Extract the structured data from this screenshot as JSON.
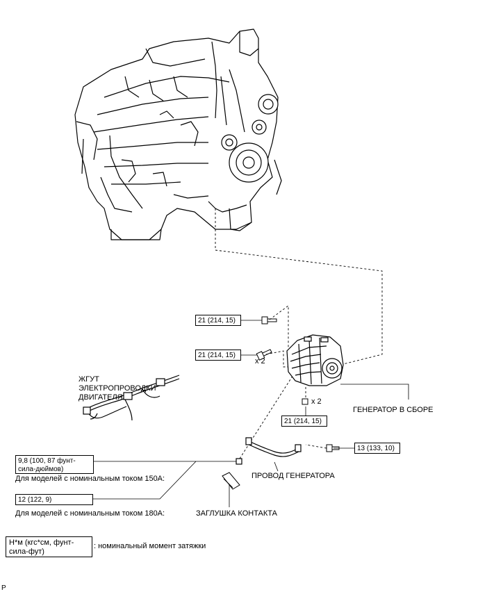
{
  "labels": {
    "harness": "ЖГУТ ЭЛЕКТРОПРОВОДКИ ДВИГАТЕЛЯ",
    "generator": "ГЕНЕРАТОР В СБОРЕ",
    "wire": "ПРОВОД ГЕНЕРАТОРА",
    "cap": "ЗАГЛУШКА КОНТАКТА",
    "model150": "Для моделей с номинальным током 150А:",
    "model180": "Для моделей с номинальным током 180А:"
  },
  "torques": {
    "t1": "21 (214, 15)",
    "t2": "21 (214, 15)",
    "t3": "21 (214, 15)",
    "t4": "13 (133, 10)",
    "t5": "9,8 (100, 87 фунт-сила-дюймов)",
    "t6": "12 (122, 9)"
  },
  "quantities": {
    "q1": "x 2",
    "q2": "x 2"
  },
  "legend": {
    "unit": "Н*м (кгс*см, фунт-сила-фут)",
    "description": ": номинальный момент затяжки"
  },
  "corner_mark": "P",
  "icons": [
    "engine-assembly-icon",
    "generator-icon",
    "bolt-icon",
    "nut-icon",
    "wire-harness-icon",
    "terminal-cap-icon",
    "generator-wire-icon"
  ]
}
